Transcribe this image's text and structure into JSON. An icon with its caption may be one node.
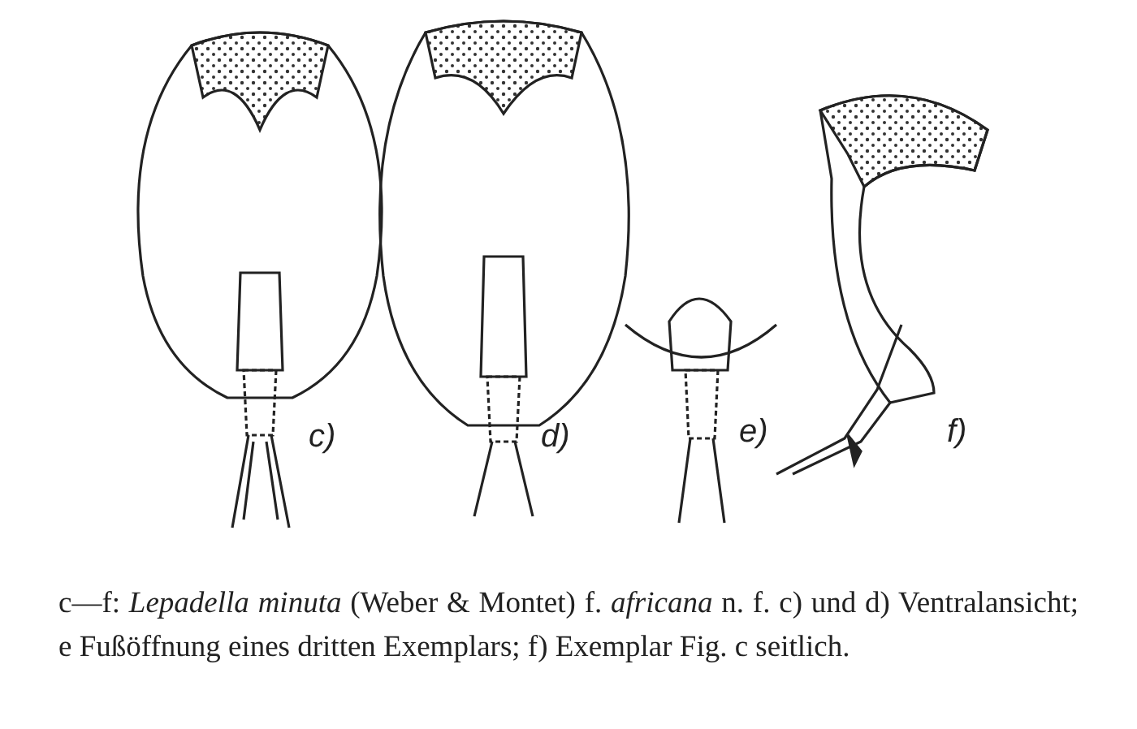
{
  "diagram": {
    "caption": "c—f: *Lepadella minuta* (Weber & Montet) f. *africana* n. f. c) und d) Ventralansicht; e Fußöffnung eines dritten Exemplars; f) Exemplar Fig. c seitlich.",
    "labels": [
      "c)",
      "d)",
      "e)",
      "f)"
    ]
  }
}
